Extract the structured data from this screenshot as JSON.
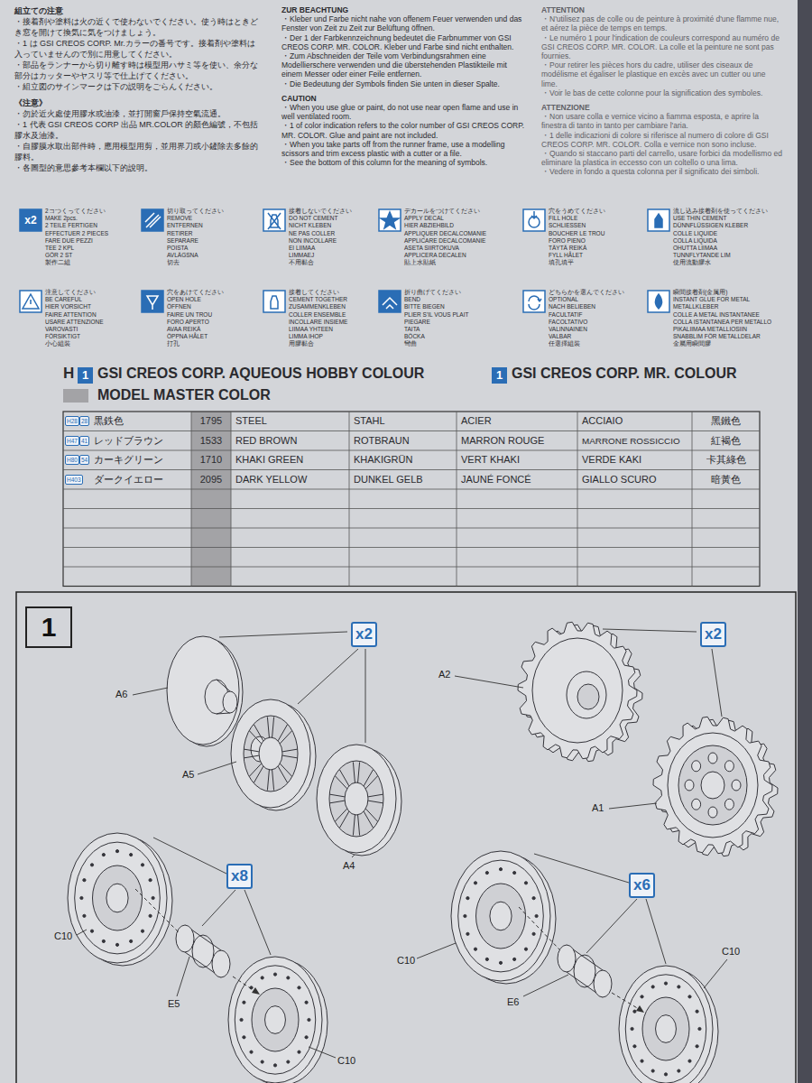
{
  "diagram": {
    "nodes": [
      {
        "text": [
          "1"
        ]
      },
      {
        "text": [
          "x2"
        ]
      },
      {
        "text": [
          "x2"
        ]
      },
      {
        "text": [
          "x8"
        ]
      },
      {
        "text": [
          "x6"
        ]
      }
    ],
    "labels": [
      "組立ての注意",
      "・接着剤や塗料は火の近くで使わないでください。使う時はときどき窓を開けて換気に気をつけましょう。",
      "・1 は GSI CREOS CORP. Mr.カラーの番号です。接着剤や塗料は入っていませんので別に用意してください。",
      "・部品をランナーから切り離す時は模型用ハサミ等を使い、余分な部分はカッターやヤスリ等で仕上げてください。",
      "・組立図のサインマークは下の説明をごらんください。",
      "《注意》",
      "・勿於近火處使用膠水或油漆，並打開窗戶保持空氣流通。",
      "・1 代表 GSI CREOS CORP 出品 MR.COLOR 的顏色編號，不包括膠水及油漆。",
      "・自膠膜水取出部件時，應用模型用剪，並用界刀或小鏟除去多餘的膠料。",
      "・各圖型的意思參考本欄以下的說明。",
      "ZUR BEACHTUNG",
      "・Kleber und Farbe nicht nahe von offenem Feuer verwenden und das Fenster von Zeit zu Zeit zur Belüftung öffnen.",
      "・Der 1 der Farbkennzeichnung bedeutet die Farbnummer von GSI CREOS CORP. MR. COLOR. Kleber und Farbe sind nicht enthalten.",
      "・Zum Abschneiden der Teile vom Verbindungsrahmen eine Modellierschere verwenden und die überstehenden Plastikteile mit einem Messer oder einer Feile entfernen.",
      "・Die Bedeutung der Symbols finden Sie unten in dieser Spalte.",
      "CAUTION",
      "・When you use glue or paint, do not use near open flame and use in well ventilated room.",
      "・1 of color indication refers to the color number of GSI CREOS CORP. MR. COLOR. Glue and paint are not included.",
      "・When you take parts off from the runner frame, use a modelling scissors and trim excess plastic with a cutter or a file.",
      "・See the bottom of this column for the meaning of symbols.",
      "ATTENTION",
      "・N'utilisez pas de colle ou de peinture à proximité d'une flamme nue, et aérez la pièce de temps en temps.",
      "・Le numéro 1 pour l'indication de couleurs correspond au numéro de GSI CREOS CORP. MR. COLOR. La colle et la peinture ne sont pas fournies.",
      "・Pour retirer les pièces hors du cadre, utiliser des ciseaux de modélisme et égaliser le plastique en excès avec un cutter ou une lime.",
      "・Voir le bas de cette colonne pour la signification des symboles.",
      "ATTENZIONE",
      "・Non usare colla e vernice vicino a fiamma esposta, e aprire la finestra di tanto in tanto per cambiare l'aria.",
      "・1 delle indicazioni di colore si riferisce al numero di colore di GSI CREOS CORP. MR. COLOR. Colla e vernice non sono incluse.",
      "・Quando si staccano parti del carrello, usare forbici da modellismo ed eliminare la plastica in eccesso con un coltello o una lima.",
      "・Vedere in fondo a questa colonna per il significato dei simboli.",
      "2コつくってください",
      "MAKE 2pcs.",
      "2 TEILE FERTIGEN",
      "EFFECTUER 2 PIECES",
      "FARE DUE PEZZI",
      "TEE 2 KPL",
      "GÖR 2 ST",
      "製作二組",
      "切り取ってください",
      "REMOVE",
      "ENTFERNEN",
      "RETIRER",
      "SEPARARE",
      "POISTA",
      "AVLÄGSNA",
      "切去",
      "接着しないでください",
      "DO NOT CEMENT",
      "NICHT KLEBEN",
      "NE PAS COLLER",
      "NON INCOLLARE",
      "EI LIIMAA",
      "LIMMAEJ",
      "不用黏合",
      "デカールをつけてください",
      "APPLY DECAL",
      "HIER ABZIEHBILD",
      "APPLIQUER DECALCOMANIE",
      "APPLICARE DECALCOMANIE",
      "ASETA SIIRTOKUVA",
      "APPLICERA DECALEN",
      "貼上水貼紙",
      "穴をうめてください",
      "FILL HOLE",
      "SCHLIESSEN",
      "BOUCHER LE TROU",
      "FORO PIENO",
      "TÄYTÄ REIKÄ",
      "FYLL HÅLET",
      "填孔填平",
      "流し込み接着剤を使ってください",
      "USE THIN CEMENT",
      "DÜNNFLÜSSIGEN KLEBER",
      "COLLE LIQUIDE",
      "COLLA LIQUIDA",
      "OHUTTA LIIMAA",
      "TUNNFLYTANDE LIM",
      "使用流動膠水",
      "注意してください",
      "BE CAREFUL",
      "HIER VORSICHT",
      "FAIRE ATTENTION",
      "USARE ATTENZIONE",
      "VAROVASTI",
      "FÖRSIKTIGT",
      "小心組裝",
      "穴をあけてください",
      "OPEN HOLE",
      "ÖFFNEN",
      "FAIRE UN TROU",
      "FORO APERTO",
      "AVAA REIKÄ",
      "ÖPPNA HÅLET",
      "打孔",
      "接着してください",
      "CEMENT TOGETHER",
      "ZUSAMMENKLEBEN",
      "COLLER ENSEMBLE",
      "INCOLLARE INSIEME",
      "LIIMAA YHTEEN",
      "LIMMA IHOP",
      "用膠黏合",
      "折り曲げてください",
      "BEND",
      "BITTE BIEGEN",
      "PLIER S'IL VOUS PLAIT",
      "PIEGARE",
      "TAITA",
      "BÖCKA",
      "彎曲",
      "どちらかを選んでください",
      "OPTIONAL",
      "NACH BELIEBEN",
      "FACULTATIF",
      "FACOLTATIVO",
      "VALINNAINEN",
      "VALBAR",
      "任選擇組裝",
      "瞬間接着剤(金属用)",
      "INSTANT GLUE FOR METAL",
      "METALLKLEBER",
      "COLLE A METAL INSTANTANEE",
      "COLLA ISTANTANEA PER METALLO",
      "PIKALIIMAA METALLIOSIIN",
      "SNABBLIM FÖR METALLDELAR",
      "金屬用瞬間膠",
      "x2",
      "H",
      "1",
      "1",
      "H28",
      "28",
      "黒鉄色",
      "1795",
      "STEEL",
      "STAHL",
      "ACIER",
      "ACCIAIO",
      "黑鐵色",
      "H47",
      "41",
      "レッドブラウン",
      "1533",
      "RED BROWN",
      "ROTBRAUN",
      "MARRON ROUGE",
      "MARRONE ROSSICCIO",
      "紅褐色",
      "H80",
      "54",
      "カーキグリーン",
      "1710",
      "KHAKI GREEN",
      "KHAKIGRÜN",
      "VERT KHAKI",
      "VERDE KAKI",
      "卡其綠色",
      "H403",
      "ダークイエロー",
      "2095",
      "DARK YELLOW",
      "DUNKEL GELB",
      "JAUNÉ FONCÉ",
      "GIALLO SCURO",
      "暗黃色",
      "A6",
      "A5",
      "A4",
      "A2",
      "A1",
      "C10",
      "E5",
      "C10",
      "C10",
      "E6",
      "C10"
    ],
    "legend": [
      {
        "text": "GSI CREOS CORP. AQUEOUS HOBBY COLOUR"
      },
      {
        "text": "GSI CREOS CORP. MR. COLOUR"
      },
      {
        "text": "MODEL MASTER COLOR",
        "color": "#a3a3a6"
      }
    ]
  }
}
